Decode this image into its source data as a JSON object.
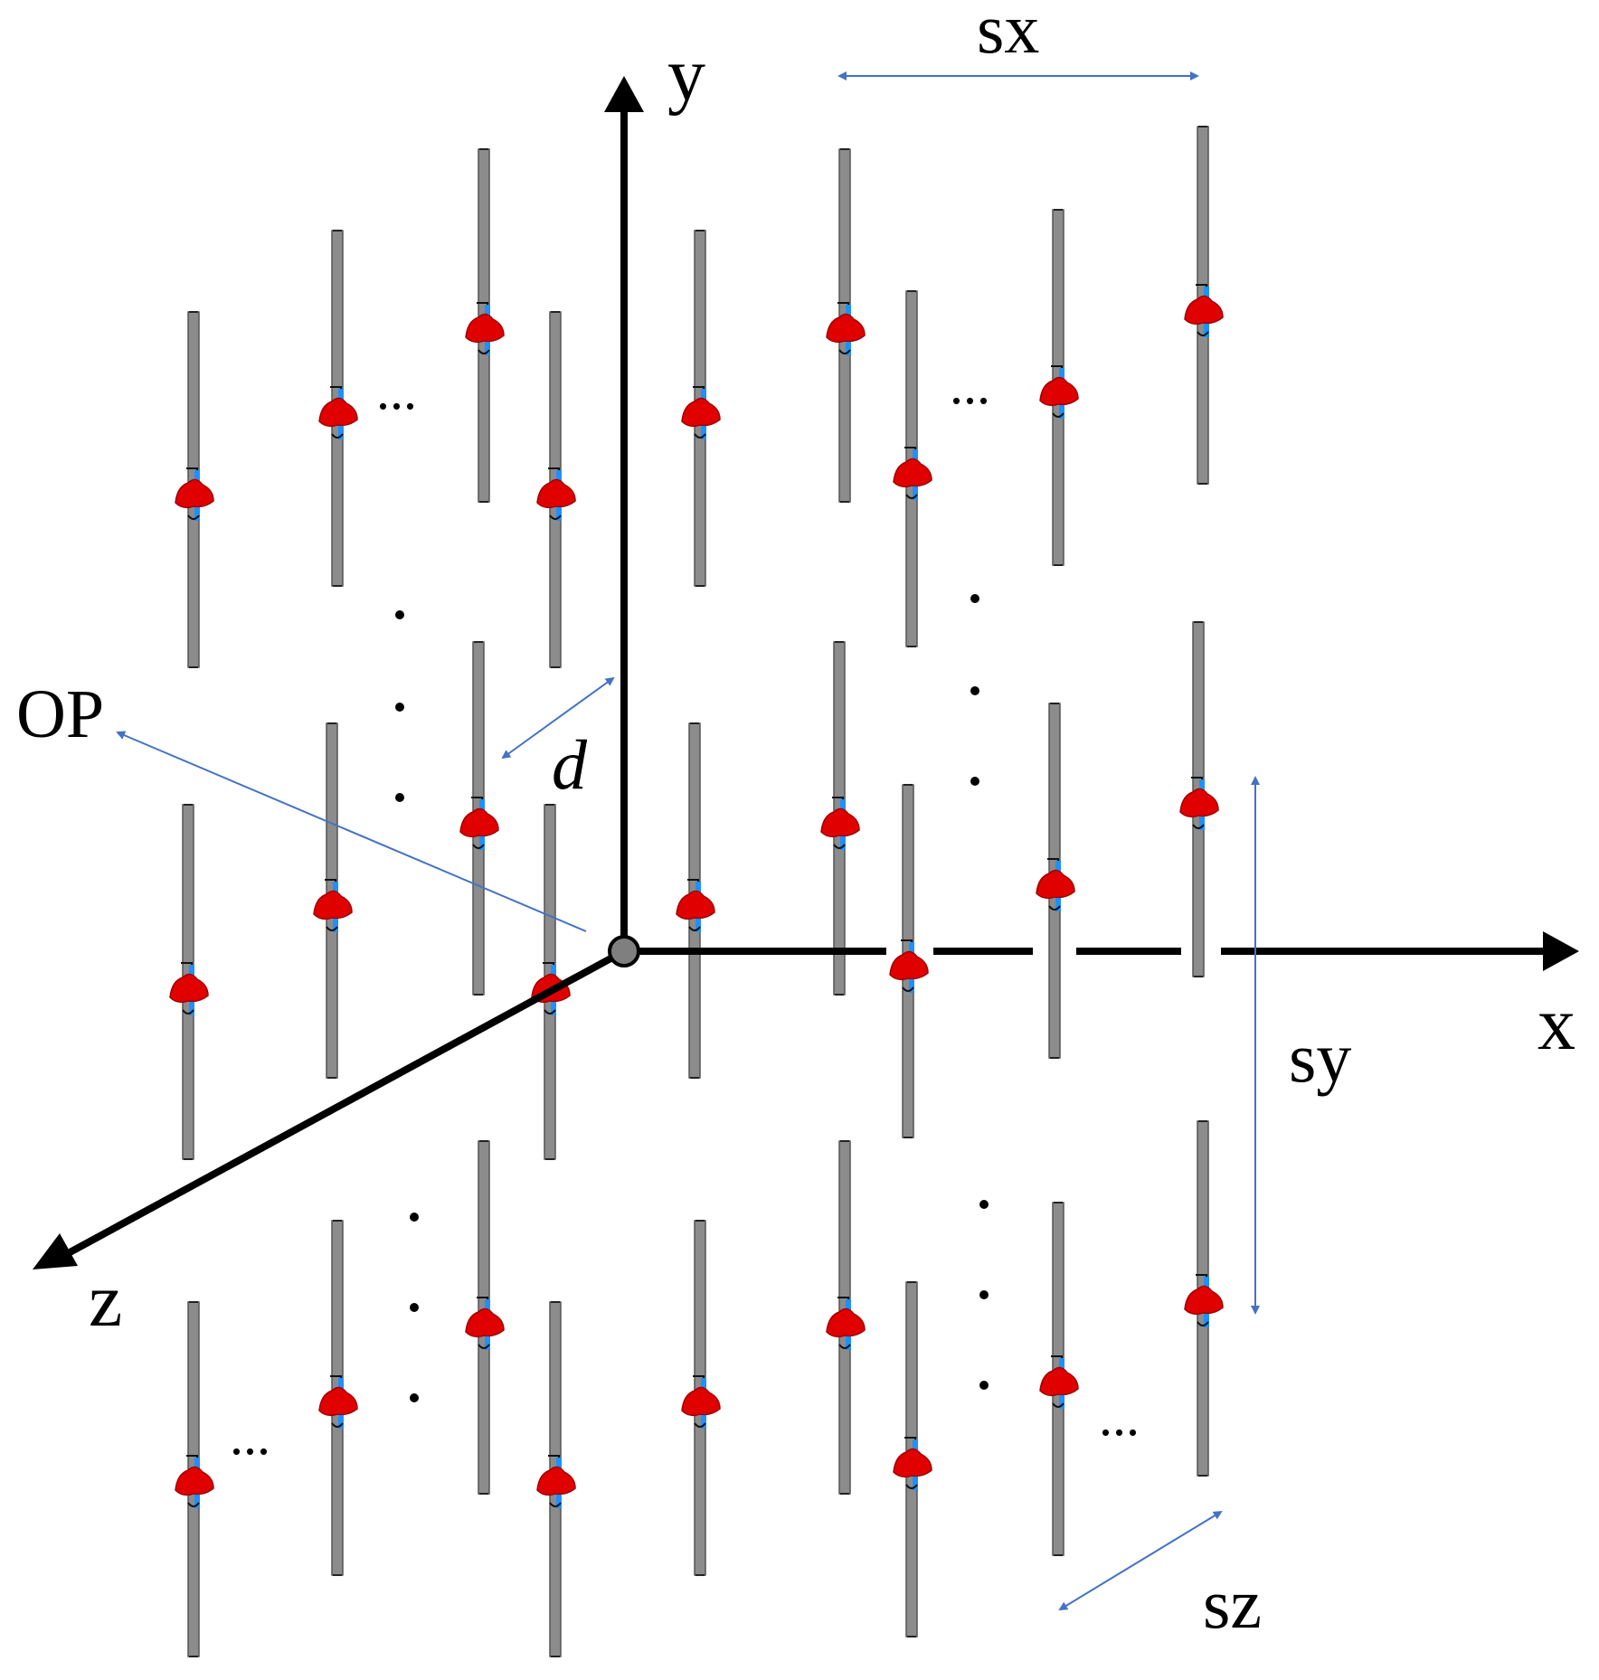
{
  "labels": {
    "axis_x": "x",
    "axis_y": "y",
    "axis_z": "z",
    "spacing_x": "sx",
    "spacing_y": "sy",
    "spacing_z": "sz",
    "distance": "d",
    "observation_point": "OP",
    "ellipsis": "..."
  },
  "colors": {
    "axis": "#000000",
    "dimension_arrow": "#4472c4",
    "element_rod": "#8c8c8c",
    "element_rod_edge": "#555555",
    "feed_red": "#e00000",
    "feed_blue": "#1e90ff",
    "origin_marker": "#7f7f7f"
  },
  "icons": {
    "origin": "origin-circle",
    "rod": "rod-element",
    "feed": "red-feed-blob"
  }
}
